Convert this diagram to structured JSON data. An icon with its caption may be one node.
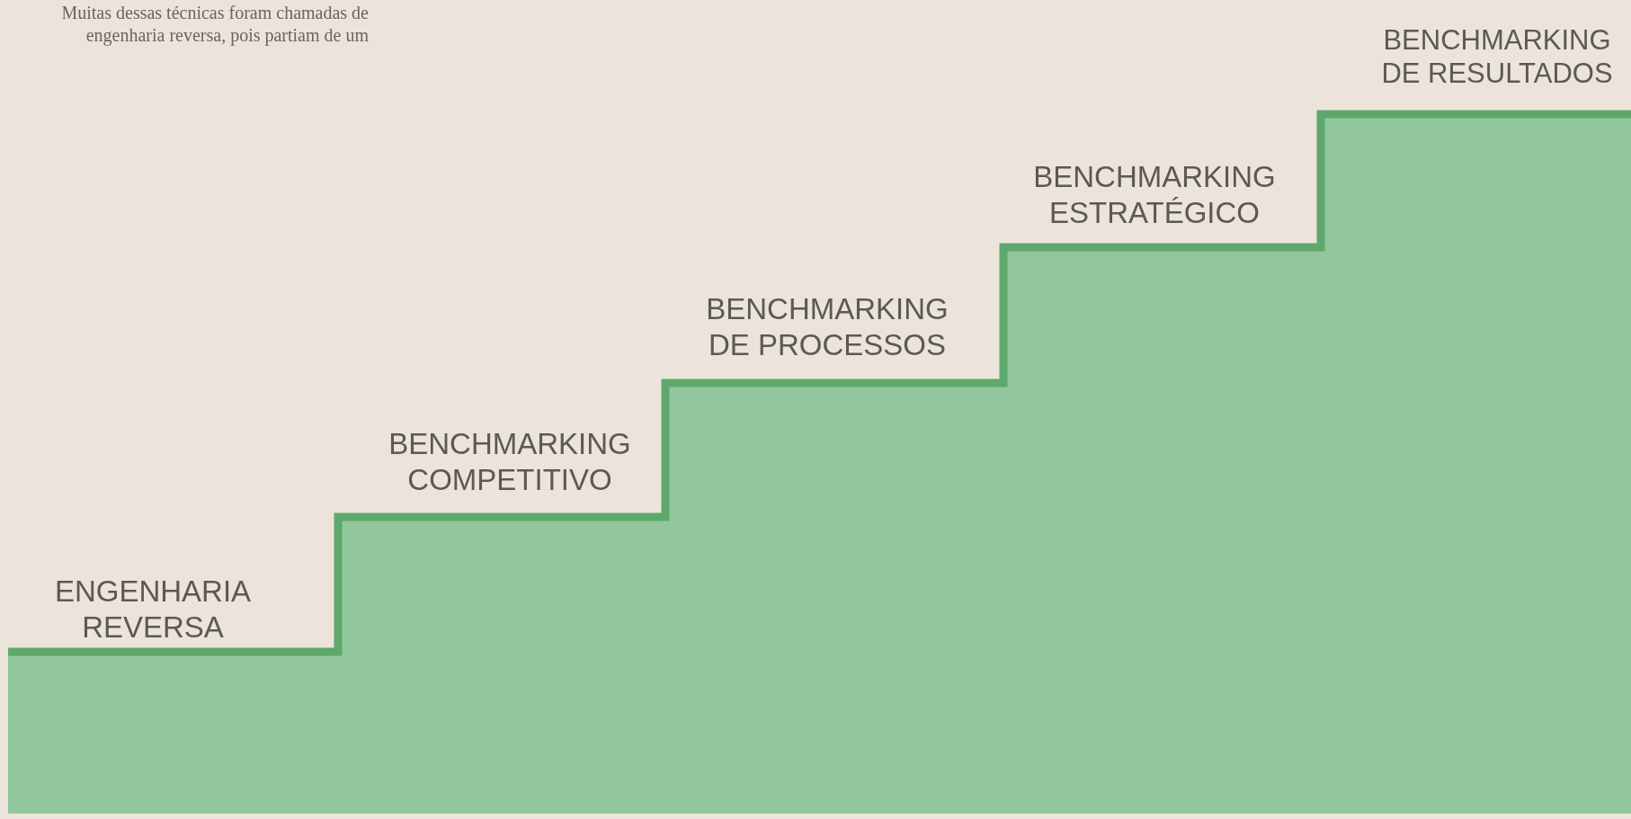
{
  "diagram": {
    "labels": [
      "Muitas dessas técnicas foram chamadas de engenharia reversa, pois partiam de um",
      "ENGENHARIA REVERSA",
      "BENCHMARKING COMPETITIVO",
      "BENCHMARKING DE PROCESSOS",
      "BENCHMARKING ESTRATÉGICO",
      "BENCHMARKING DE RESULTADOS"
    ]
  }
}
